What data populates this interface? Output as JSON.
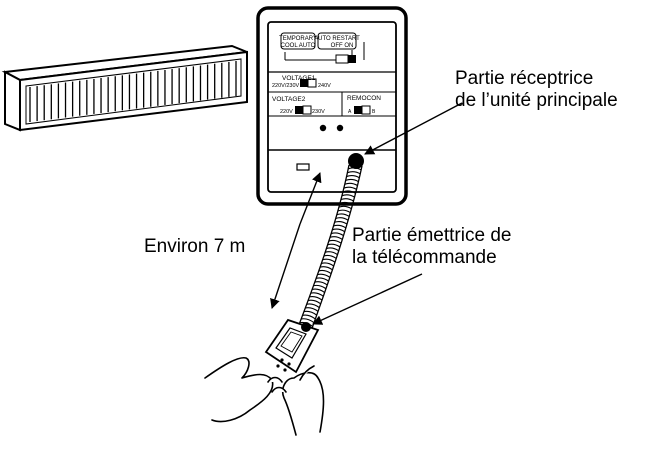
{
  "callouts": {
    "receiver_line1": "Partie réceptrice",
    "receiver_line2": "de l’unité principale",
    "emitter_line1": "Partie émettrice de",
    "emitter_line2": "la télécommande",
    "distance": "Environ 7 m"
  },
  "panel": {
    "temporary_line1": "TEMPORARY",
    "temporary_line2": "COOL AUTO",
    "auto_restart_line1": "AUTO RESTART",
    "auto_restart_line2": "OFF ON",
    "voltage1_label": "VOLTAGE1",
    "voltage1_left": "220V/230V",
    "voltage1_right": "240V",
    "voltage2_label": "VOLTAGE2",
    "voltage2_left": "220V",
    "voltage2_right": "230V",
    "remocon_label": "REMOCON",
    "remocon_a": "A",
    "remocon_b": "B"
  }
}
